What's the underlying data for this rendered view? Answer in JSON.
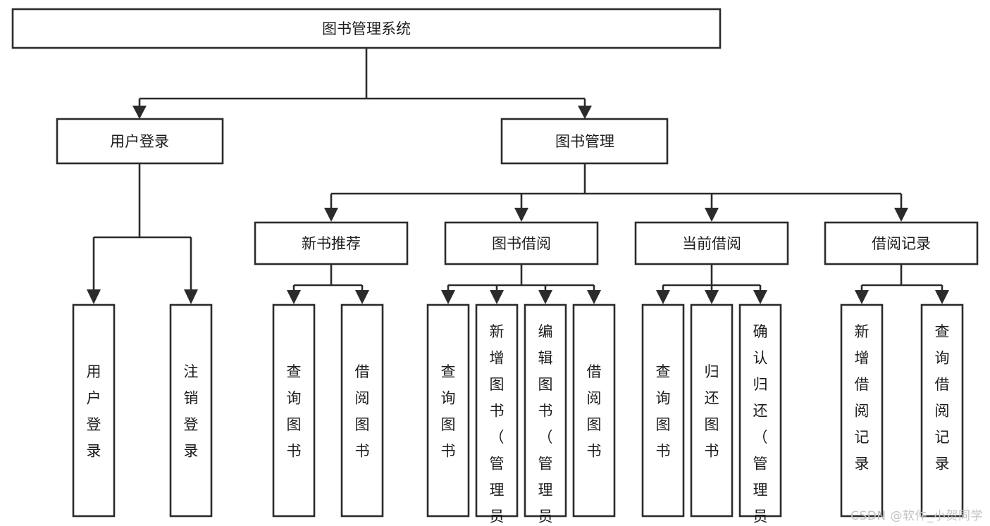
{
  "diagram": {
    "type": "tree-hierarchy",
    "title": "图书管理系统",
    "orientation": "top-down",
    "watermark": "CSDN @软件_小贺同学",
    "colors": {
      "stroke": "#2b2b2b",
      "fill": "#ffffff",
      "text": "#1c1c1c",
      "watermark": "#c2c2c2"
    },
    "root": {
      "id": "root",
      "label": "图书管理系统"
    },
    "level2": [
      {
        "id": "user-login",
        "label": "用户登录"
      },
      {
        "id": "book-management",
        "label": "图书管理"
      }
    ],
    "level3": [
      {
        "id": "new-book-recommend",
        "label": "新书推荐",
        "parent": "book-management"
      },
      {
        "id": "book-borrow",
        "label": "图书借阅",
        "parent": "book-management"
      },
      {
        "id": "current-borrow",
        "label": "当前借阅",
        "parent": "book-management"
      },
      {
        "id": "borrow-record",
        "label": "借阅记录",
        "parent": "book-management"
      }
    ],
    "leaves": [
      {
        "id": "leaf-user-login",
        "label": "用户登录",
        "parent": "user-login",
        "chars": [
          "用",
          "户",
          "登",
          "录"
        ]
      },
      {
        "id": "leaf-logout",
        "label": "注销登录",
        "parent": "user-login",
        "chars": [
          "注",
          "销",
          "登",
          "录"
        ]
      },
      {
        "id": "leaf-query-book-1",
        "label": "查询图书",
        "parent": "new-book-recommend",
        "chars": [
          "查",
          "询",
          "图",
          "书"
        ]
      },
      {
        "id": "leaf-borrow-book-1",
        "label": "借阅图书",
        "parent": "new-book-recommend",
        "chars": [
          "借",
          "阅",
          "图",
          "书"
        ]
      },
      {
        "id": "leaf-query-book-2",
        "label": "查询图书",
        "parent": "book-borrow",
        "chars": [
          "查",
          "询",
          "图",
          "书"
        ]
      },
      {
        "id": "leaf-add-book",
        "label": "新增图书（管理员）",
        "parent": "book-borrow",
        "chars": [
          "新",
          "增",
          "图",
          "书",
          "（",
          "管",
          "理",
          "员",
          "）"
        ]
      },
      {
        "id": "leaf-edit-book",
        "label": "编辑图书（管理员）",
        "parent": "book-borrow",
        "chars": [
          "编",
          "辑",
          "图",
          "书",
          "（",
          "管",
          "理",
          "员",
          "）"
        ]
      },
      {
        "id": "leaf-borrow-book-2",
        "label": "借阅图书",
        "parent": "book-borrow",
        "chars": [
          "借",
          "阅",
          "图",
          "书"
        ]
      },
      {
        "id": "leaf-query-book-3",
        "label": "查询图书",
        "parent": "current-borrow",
        "chars": [
          "查",
          "询",
          "图",
          "书"
        ]
      },
      {
        "id": "leaf-return-book",
        "label": "归还图书",
        "parent": "current-borrow",
        "chars": [
          "归",
          "还",
          "图",
          "书"
        ]
      },
      {
        "id": "leaf-confirm-return",
        "label": "确认归还（管理员）",
        "parent": "current-borrow",
        "chars": [
          "确",
          "认",
          "归",
          "还",
          "（",
          "管",
          "理",
          "员",
          "）"
        ]
      },
      {
        "id": "leaf-add-record",
        "label": "新增借阅记录",
        "parent": "borrow-record",
        "chars": [
          "新",
          "增",
          "借",
          "阅",
          "记",
          "录"
        ]
      },
      {
        "id": "leaf-query-record",
        "label": "查询借阅记录",
        "parent": "borrow-record",
        "chars": [
          "查",
          "询",
          "借",
          "阅",
          "记",
          "录"
        ]
      }
    ]
  }
}
